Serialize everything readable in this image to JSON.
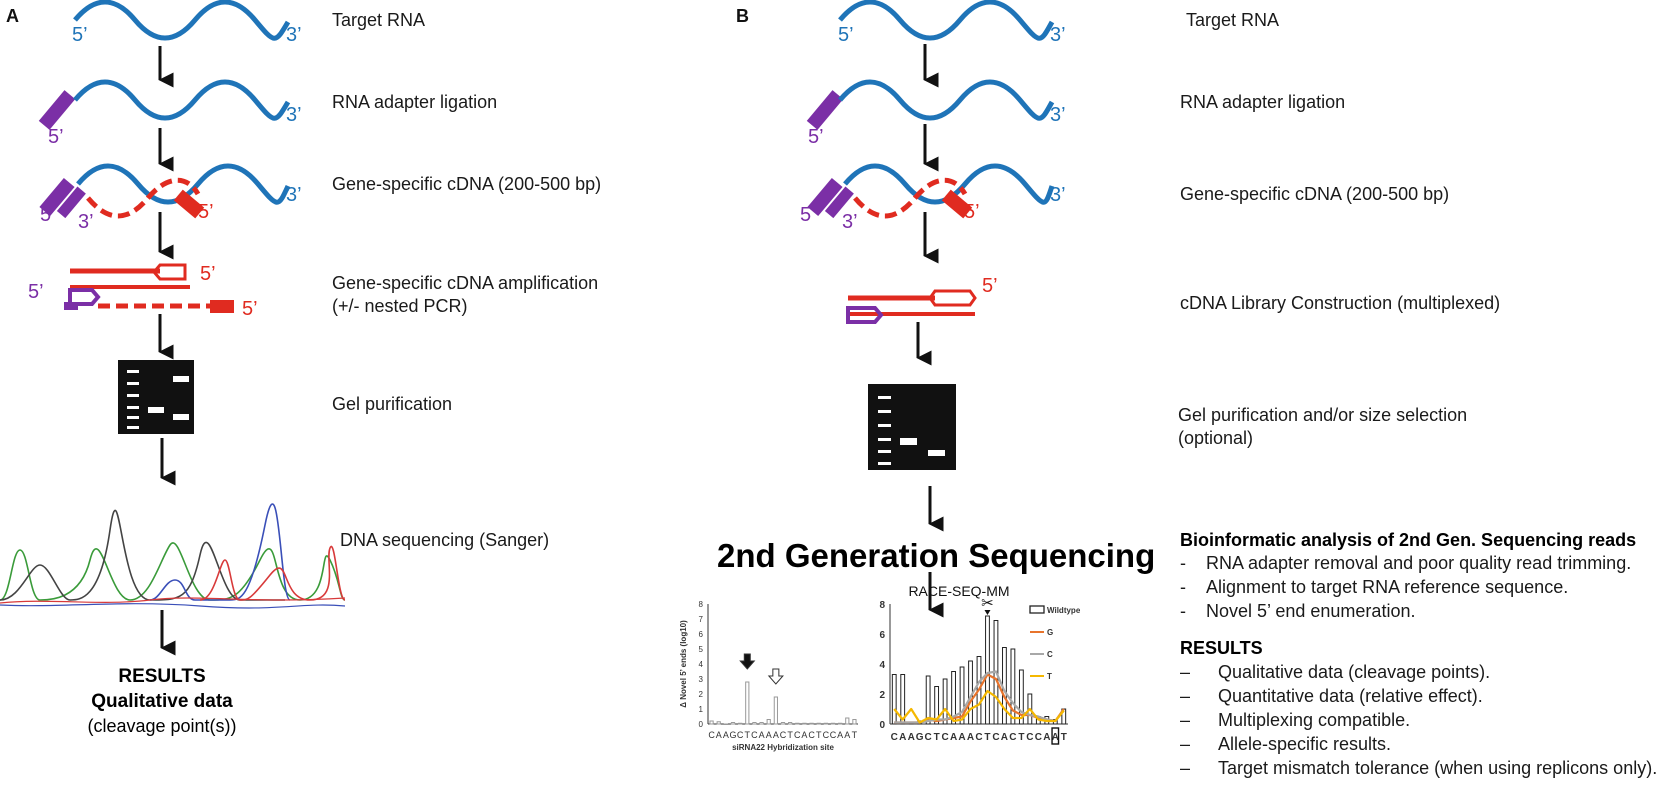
{
  "panel_a": {
    "letter": "A",
    "steps": {
      "target_rna": "Target RNA",
      "adapter_ligation": "RNA adapter ligation",
      "gene_specific_cdna": "Gene-specific cDNA (200-500 bp)",
      "amplification_1": "Gene-specific cDNA amplification",
      "amplification_2": "(+/- nested PCR)",
      "gel": "Gel purification",
      "sequencing": "DNA sequencing (Sanger)"
    },
    "ends": {
      "five": "5’",
      "three": "3’",
      "five_plain": "5"
    },
    "results": {
      "title": "RESULTS",
      "subtitle": "Qualitative data",
      "note": "(cleavage point(s))"
    }
  },
  "panel_b": {
    "letter": "B",
    "steps": {
      "target_rna": "Target RNA",
      "adapter_ligation": "RNA adapter ligation",
      "gene_specific_cdna": "Gene-specific cDNA (200-500 bp)",
      "library": "cDNA Library Construction (multiplexed)",
      "gel_1": "Gel purification and/or size selection",
      "gel_2": "(optional)"
    },
    "ends": {
      "five": "5’",
      "three": "3’",
      "five_plain": "5"
    },
    "big_title": "2nd Generation Sequencing",
    "bioinformatics": {
      "title": "Bioinformatic analysis of 2nd Gen. Sequencing reads",
      "items": [
        "RNA adapter removal and poor quality read trimming.",
        "Alignment to target RNA reference sequence.",
        "Novel 5’ end enumeration."
      ]
    },
    "results": {
      "title": "RESULTS",
      "items": [
        "Qualitative data (cleavage points).",
        "Quantitative data (relative effect).",
        "Multiplexing compatible.",
        "Allele-specific results.",
        "Target mismatch tolerance (when using replicons only)."
      ]
    }
  },
  "chart_data": [
    {
      "type": "bar",
      "title": "",
      "xlabel": "siRNA22 Hybridization site",
      "ylabel": "Δ Novel 5’ ends (log10)",
      "ylim": [
        0,
        8
      ],
      "yticks": [
        "0",
        "1",
        "2",
        "3",
        "4",
        "5",
        "6",
        "7",
        "8"
      ],
      "categories": [
        "C",
        "A",
        "A",
        "G",
        "C",
        "T",
        "C",
        "A",
        "A",
        "A",
        "C",
        "T",
        "C",
        "A",
        "C",
        "T",
        "C",
        "C",
        "A",
        "A",
        "T"
      ],
      "values": [
        0.2,
        0.15,
        0.0,
        0.1,
        0.05,
        2.8,
        0.1,
        0.1,
        0.3,
        1.8,
        0.1,
        0.1,
        0.05,
        0.05,
        0.05,
        0.05,
        0.05,
        0.05,
        0.05,
        0.4,
        0.3
      ],
      "markers": [
        {
          "category_index": 5,
          "style": "filled-arrow"
        },
        {
          "category_index": 9,
          "style": "open-arrow"
        }
      ],
      "colors": {
        "bar": "#999999"
      }
    },
    {
      "type": "bar",
      "title": "RACE-SEQ-MM",
      "ylim": [
        0,
        8
      ],
      "yticks": [
        "0",
        "2",
        "4",
        "6",
        "8"
      ],
      "categories": [
        "C",
        "A",
        "A",
        "G",
        "C",
        "T",
        "C",
        "A",
        "A",
        "A",
        "C",
        "T",
        "C",
        "A",
        "C",
        "T",
        "C",
        "C",
        "A",
        "A",
        "T"
      ],
      "series": [
        {
          "name": "Wildtype",
          "kind": "bar",
          "values": [
            3.3,
            3.3,
            0.1,
            0.2,
            3.2,
            2.5,
            3.0,
            3.5,
            3.8,
            4.2,
            4.5,
            7.2,
            6.9,
            5.1,
            5.0,
            3.6,
            2.0,
            0.5,
            0.5,
            0.3,
            1.0
          ]
        },
        {
          "name": "G",
          "kind": "line",
          "values": [
            0.1,
            0.1,
            0.1,
            0.1,
            0.3,
            0.2,
            0.3,
            0.4,
            0.5,
            1.5,
            2.3,
            3.3,
            3.0,
            1.8,
            0.9,
            0.6,
            0.6,
            0.4,
            0.3,
            0.2,
            1.0
          ]
        },
        {
          "name": "C",
          "kind": "line",
          "values": [
            0.1,
            0.1,
            0.1,
            0.1,
            0.2,
            0.3,
            0.3,
            0.5,
            0.8,
            1.8,
            2.8,
            3.4,
            3.5,
            2.2,
            1.4,
            0.8,
            0.6,
            0.5,
            0.3,
            0.2,
            0.9
          ]
        },
        {
          "name": "T",
          "kind": "line",
          "values": [
            1.0,
            0.3,
            1.0,
            0.1,
            0.4,
            0.3,
            1.0,
            0.2,
            0.3,
            1.0,
            1.3,
            2.2,
            1.8,
            1.0,
            0.4,
            0.4,
            1.0,
            0.3,
            0.2,
            0.2,
            0.9
          ]
        }
      ],
      "cleavage_marker_index": 11,
      "boxed_category_index": 19,
      "colors": {
        "Wildtype": "#222222",
        "G": "#e8742c",
        "C": "#a8a8a8",
        "T": "#f5b800"
      },
      "legend_position": "top-right"
    }
  ]
}
